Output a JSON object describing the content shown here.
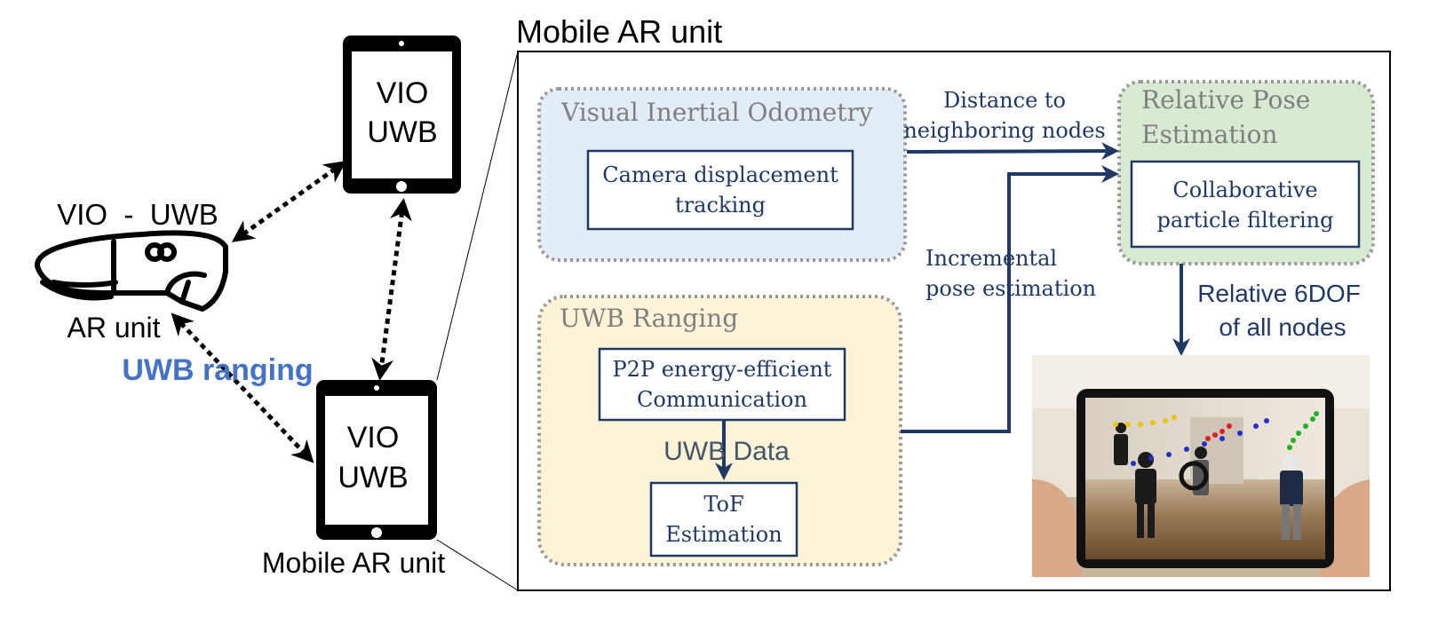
{
  "left": {
    "headset_label": "VIO  -  UWB",
    "headset_caption": "AR unit",
    "tablet_top_line1": "VIO",
    "tablet_top_line2": "UWB",
    "tablet_bottom_line1": "VIO",
    "tablet_bottom_line2": "UWB",
    "tablet_bottom_caption": "Mobile AR unit",
    "ranging_label": "UWB ranging"
  },
  "panel": {
    "title": "Mobile AR unit",
    "vio_box_title": "Visual Inertial Odometry",
    "vio_inner_line1": "Camera displacement",
    "vio_inner_line2": "tracking",
    "uwb_box_title": "UWB Ranging",
    "p2p_line1": "P2P energy-efficient",
    "p2p_line2": "Communication",
    "uwb_data_label": "UWB Data",
    "tof_line1": "ToF",
    "tof_line2": "Estimation",
    "distance_label_line1": "Distance to",
    "distance_label_line2": "neighboring nodes",
    "incremental_line1": "Incremental",
    "incremental_line2": "pose estimation",
    "rpe_title_line1": "Relative Pose",
    "rpe_title_line2": "Estimation",
    "cpf_line1": "Collaborative",
    "cpf_line2": "particle filtering",
    "output_line1": "Relative 6DOF",
    "output_line2": "of all nodes"
  },
  "colors": {
    "navy": "#1f3864",
    "vio_fill": "#e3edf7",
    "uwb_fill": "#fdf3d6",
    "rpe_fill": "#d9ead3",
    "dashed_border": "#999999",
    "title_gray": "#7f7f7f",
    "ranging_blue": "#4472c4"
  }
}
